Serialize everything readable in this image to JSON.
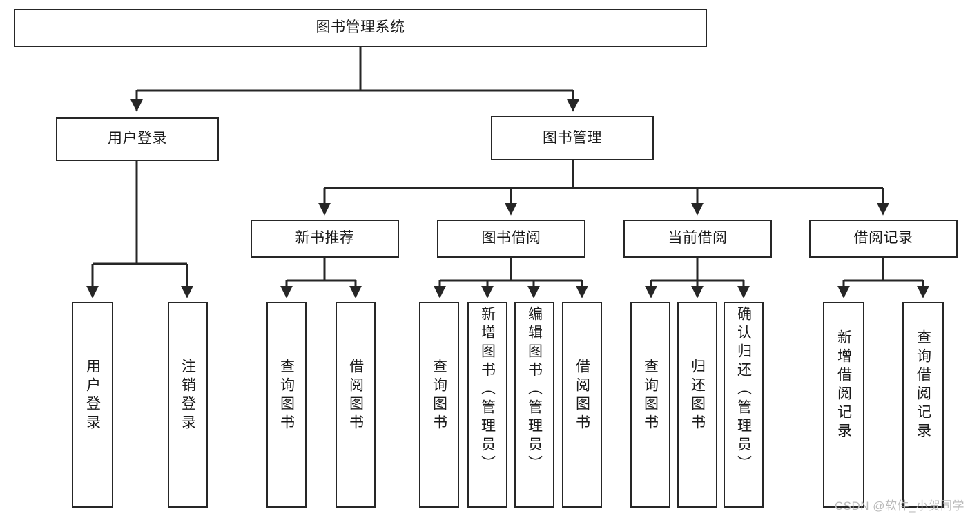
{
  "diagram": {
    "title": "图书管理系统",
    "watermark": "CSDN @软件_小贺同学",
    "stroke_color": "#262626",
    "fill_color": "#ffffff",
    "text_color": "#1a1a1a"
  },
  "nodes": {
    "root": {
      "label": "图书管理系统",
      "level": 1
    },
    "l2": [
      {
        "id": "user-login",
        "label": "用户登录",
        "level": 2
      },
      {
        "id": "book-management",
        "label": "图书管理",
        "level": 2
      }
    ],
    "l3": [
      {
        "id": "new-book-recommend",
        "label": "新书推荐",
        "level": 3
      },
      {
        "id": "book-borrow",
        "label": "图书借阅",
        "level": 3
      },
      {
        "id": "current-borrow",
        "label": "当前借阅",
        "level": 3
      },
      {
        "id": "borrow-record",
        "label": "借阅记录",
        "level": 3
      }
    ],
    "leaves": [
      {
        "id": "leaf-user-login",
        "label": "用户登录",
        "parent": "user-login"
      },
      {
        "id": "leaf-user-logout",
        "label": "注销登录",
        "parent": "user-login"
      },
      {
        "id": "leaf-query-book-1",
        "label": "查询图书",
        "parent": "new-book-recommend"
      },
      {
        "id": "leaf-borrow-book-1",
        "label": "借阅图书",
        "parent": "new-book-recommend"
      },
      {
        "id": "leaf-query-book-2",
        "label": "查询图书",
        "parent": "book-borrow"
      },
      {
        "id": "leaf-add-book",
        "label": "新增图书（管理员）",
        "parent": "book-borrow"
      },
      {
        "id": "leaf-edit-book",
        "label": "编辑图书（管理员）",
        "parent": "book-borrow"
      },
      {
        "id": "leaf-borrow-book-2",
        "label": "借阅图书",
        "parent": "book-borrow"
      },
      {
        "id": "leaf-query-book-3",
        "label": "查询图书",
        "parent": "current-borrow"
      },
      {
        "id": "leaf-return-book",
        "label": "归还图书",
        "parent": "current-borrow"
      },
      {
        "id": "leaf-confirm-return",
        "label": "确认归还（管理员）",
        "parent": "current-borrow"
      },
      {
        "id": "leaf-add-record",
        "label": "新增借阅记录",
        "parent": "borrow-record"
      },
      {
        "id": "leaf-query-record",
        "label": "查询借阅记录",
        "parent": "borrow-record"
      }
    ]
  }
}
